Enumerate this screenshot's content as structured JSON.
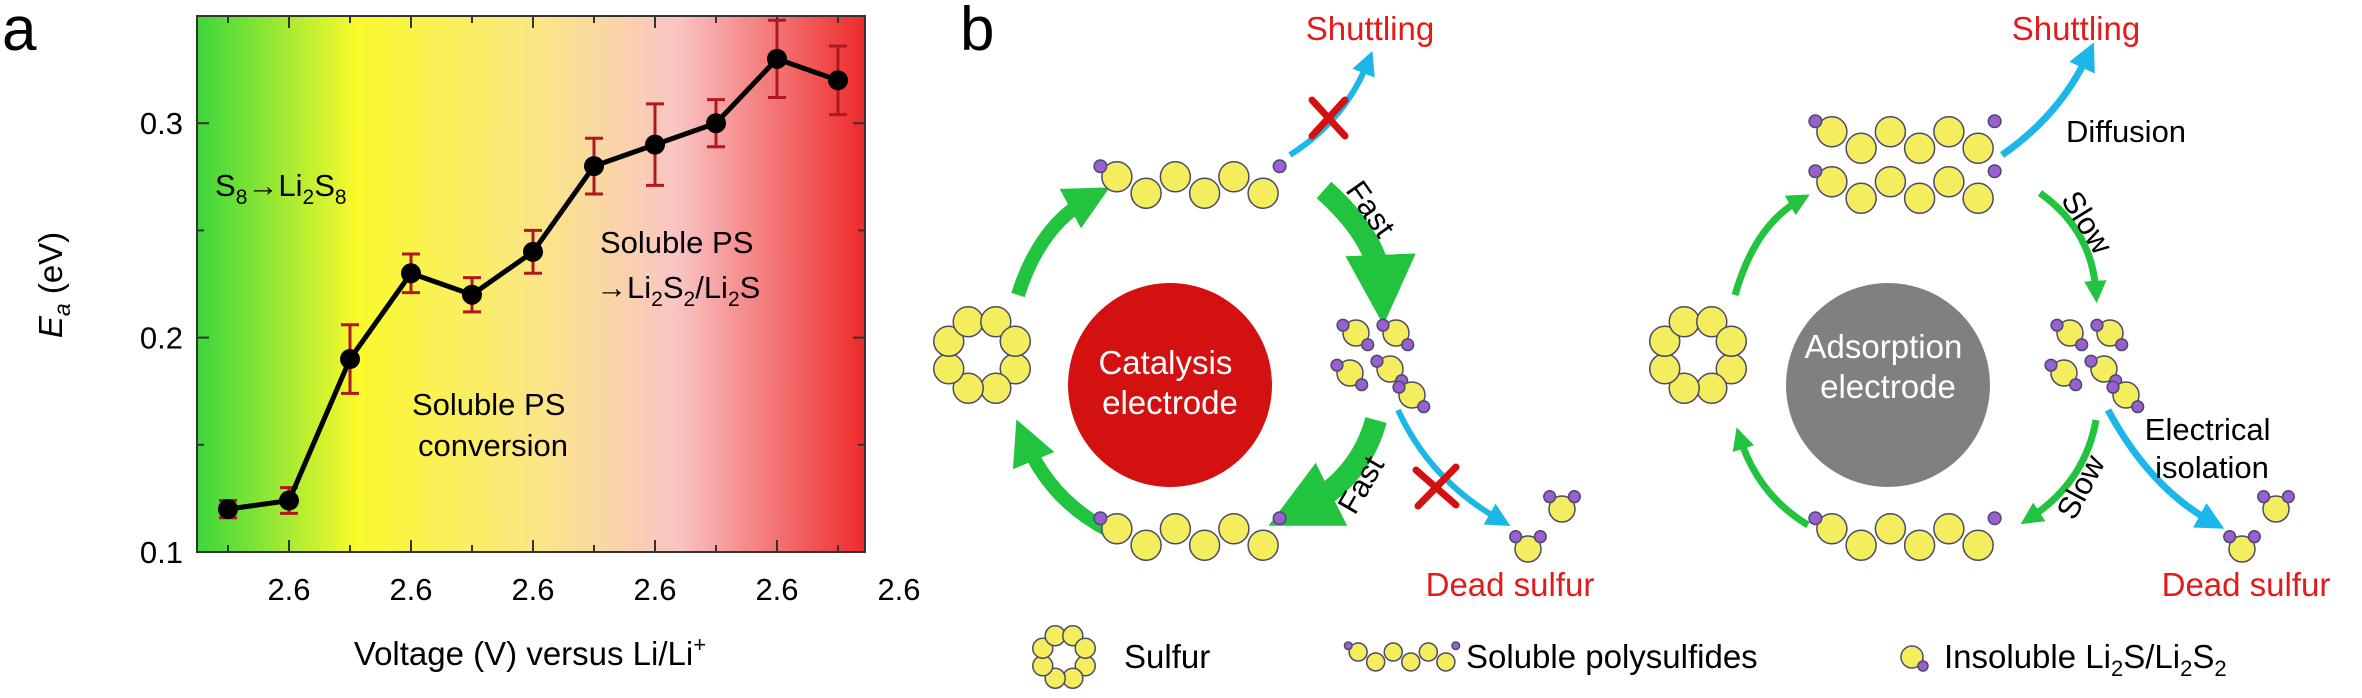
{
  "panel_a": {
    "label": "a",
    "ylabel_main": "E",
    "ylabel_sub": "a",
    "ylabel_unit": " (eV)",
    "xlabel": "Voltage (V) versus Li/Li",
    "xlabel_sup": "+",
    "region1": {
      "a": "S",
      "a_sub": "8",
      "b": "→Li",
      "b_sub": "2",
      "c": "S",
      "c_sub": "8"
    },
    "region2": {
      "line1": "Soluble PS",
      "line2": "conversion"
    },
    "region3": {
      "line1": "Soluble PS",
      "l2a": "→Li",
      "l2a_sub": "2",
      "l2b": "S",
      "l2b_sub": "2",
      "l2c": "/Li",
      "l2c_sub": "2",
      "l2d": "S"
    },
    "colors": {
      "data": "#000000",
      "error_bar": "#b0171f",
      "bg_green": "#3bd63b",
      "bg_yellow": "#fafa2c",
      "bg_pink": "#f9c4c4",
      "bg_red": "#ee2a2a"
    }
  },
  "chart_data": {
    "type": "line",
    "title": "",
    "xlabel": "Voltage (V) versus Li/Li+",
    "ylabel": "Ea (eV)",
    "x_tick_labels": [
      "2.6",
      "2.6",
      "2.6",
      "2.6",
      "2.6",
      "2.6"
    ],
    "ylim": [
      0.1,
      0.35
    ],
    "y_ticks": [
      0.1,
      0.2,
      0.3
    ],
    "x_index": [
      0,
      1,
      2,
      3,
      4,
      5,
      6,
      7,
      8,
      9,
      10
    ],
    "series": [
      {
        "values": [
          0.12,
          0.124,
          0.19,
          0.23,
          0.22,
          0.24,
          0.28,
          0.29,
          0.3,
          0.33,
          0.32
        ],
        "errors": [
          0.004,
          0.006,
          0.016,
          0.009,
          0.008,
          0.01,
          0.013,
          0.019,
          0.011,
          0.018,
          0.016
        ]
      }
    ],
    "grid": false,
    "legend": "none"
  },
  "panel_b": {
    "label": "b",
    "left": {
      "center_line1": "Catalysis",
      "center_line2": "electrode",
      "shuttling": "Shuttling",
      "fast_top": "Fast",
      "fast_bottom": "Fast",
      "dead": "Dead sulfur"
    },
    "right": {
      "center_line1": "Adsorption",
      "center_line2": "electrode",
      "shuttling": "Shuttling",
      "diffusion": "Diffusion",
      "slow_top": "Slow",
      "slow_bottom": "Slow",
      "isolation_line1": "Electrical",
      "isolation_line2": "isolation",
      "dead": "Dead sulfur"
    },
    "legend": {
      "sulfur": "Sulfur",
      "soluble": "Soluble polysulfides",
      "insoluble_a": "Insoluble Li",
      "insoluble_a_sub": "2",
      "insoluble_b": "S/Li",
      "insoluble_b_sub": "2",
      "insoluble_c": "S",
      "insoluble_c_sub": "2"
    },
    "colors": {
      "catalysis": "#d41111",
      "adsorption": "#808080",
      "green_arrow": "#22c33e",
      "blue_arrow": "#1cb7e8",
      "red_text": "#e21a1a",
      "sulfur_atom": "#f4ee5e",
      "lithium_atom": "#9a5fd0",
      "cross": "#d41111"
    }
  }
}
